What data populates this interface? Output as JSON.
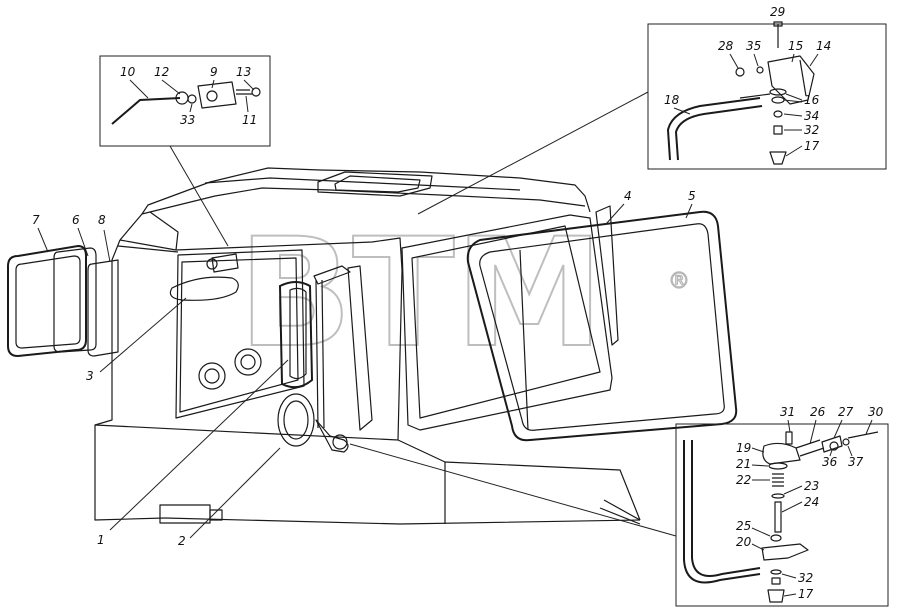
{
  "watermark": {
    "text": "BTM",
    "registered": "®"
  },
  "callouts": {
    "p1": "1",
    "p2": "2",
    "p3": "3",
    "p4": "4",
    "p5": "5",
    "p6": "6",
    "p7": "7",
    "p8": "8",
    "p9": "9",
    "p10": "10",
    "p11": "11",
    "p12": "12",
    "p13": "13",
    "p14": "14",
    "p15": "15",
    "p16": "16",
    "p17a": "17",
    "p17b": "17",
    "p18": "18",
    "p19": "19",
    "p20": "20",
    "p21": "21",
    "p22": "22",
    "p23": "23",
    "p24": "24",
    "p25": "25",
    "p26": "26",
    "p27": "27",
    "p28": "28",
    "p29": "29",
    "p30": "30",
    "p31": "31",
    "p32a": "32",
    "p32b": "32",
    "p33": "33",
    "p34": "34",
    "p35": "35",
    "p36": "36",
    "p37": "37"
  }
}
